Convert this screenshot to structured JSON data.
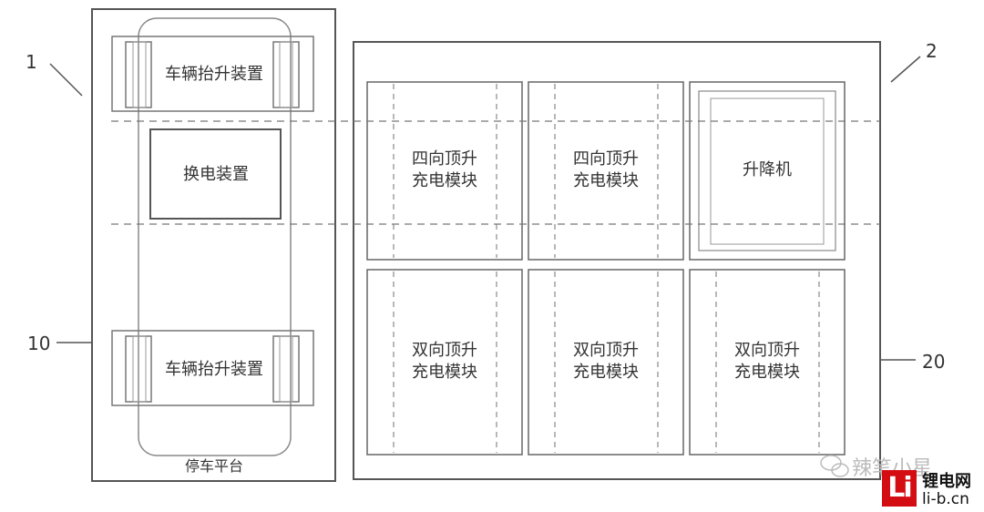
{
  "labels": {
    "ref_1": "1",
    "ref_2": "2",
    "ref_10": "10",
    "ref_20": "20"
  },
  "parking_platform": {
    "title": "停车平台",
    "lift_top": "车辆抬升装置",
    "swap_device": "换电装置",
    "lift_bottom": "车辆抬升装置"
  },
  "modules": {
    "row1": [
      {
        "line1": "四向顶升",
        "line2": "充电模块"
      },
      {
        "line1": "四向顶升",
        "line2": "充电模块"
      },
      {
        "line1": "升降机",
        "line2": ""
      }
    ],
    "row2": [
      {
        "line1": "双向顶升",
        "line2": "充电模块"
      },
      {
        "line1": "双向顶升",
        "line2": "充电模块"
      },
      {
        "line1": "双向顶升",
        "line2": "充电模块"
      }
    ]
  },
  "watermark": {
    "text": "辣笔小星",
    "logo_letters": "Li",
    "logo_name": "锂电网",
    "logo_url": "li-b.cn"
  },
  "colors": {
    "line": "#555555",
    "dash": "#777777",
    "logo_red": "#d40d12"
  }
}
